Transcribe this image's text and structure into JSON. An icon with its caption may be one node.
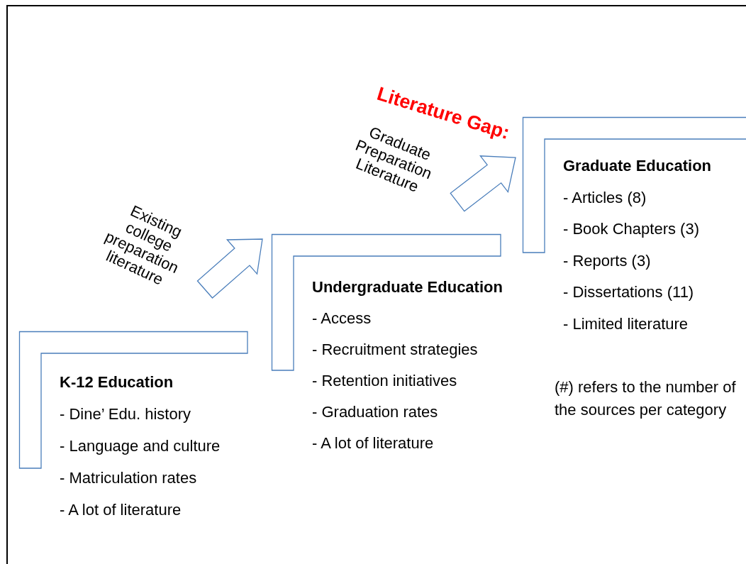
{
  "diagram": {
    "nodes": [
      {
        "text": [
          "K-12 Education",
          "- Dine’ Edu. history",
          "- Language and culture",
          "- Matriculation rates",
          "- A lot of literature"
        ]
      },
      {
        "text": [
          "Undergraduate Education",
          "- Access",
          "- Recruitment strategies",
          "- Retention initiatives",
          "- Graduation rates",
          "- A lot of literature"
        ]
      },
      {
        "text": [
          "Graduate Education",
          "- Articles (8)",
          "- Book Chapters (3)",
          "- Reports (3)",
          "- Dissertations (11)",
          "- Limited literature"
        ]
      },
      {
        "text": [
          "Existing college preparation literature"
        ]
      },
      {
        "text": [
          "Literature Gap:",
          "Graduate Preparation Literature"
        ]
      }
    ],
    "edges": [
      {
        "from": 3,
        "to": 1,
        "arrow": "to"
      },
      {
        "from": 4,
        "to": 2,
        "arrow": "to"
      }
    ],
    "labels": [
      "(#) refers to the number of the sources per category"
    ]
  }
}
